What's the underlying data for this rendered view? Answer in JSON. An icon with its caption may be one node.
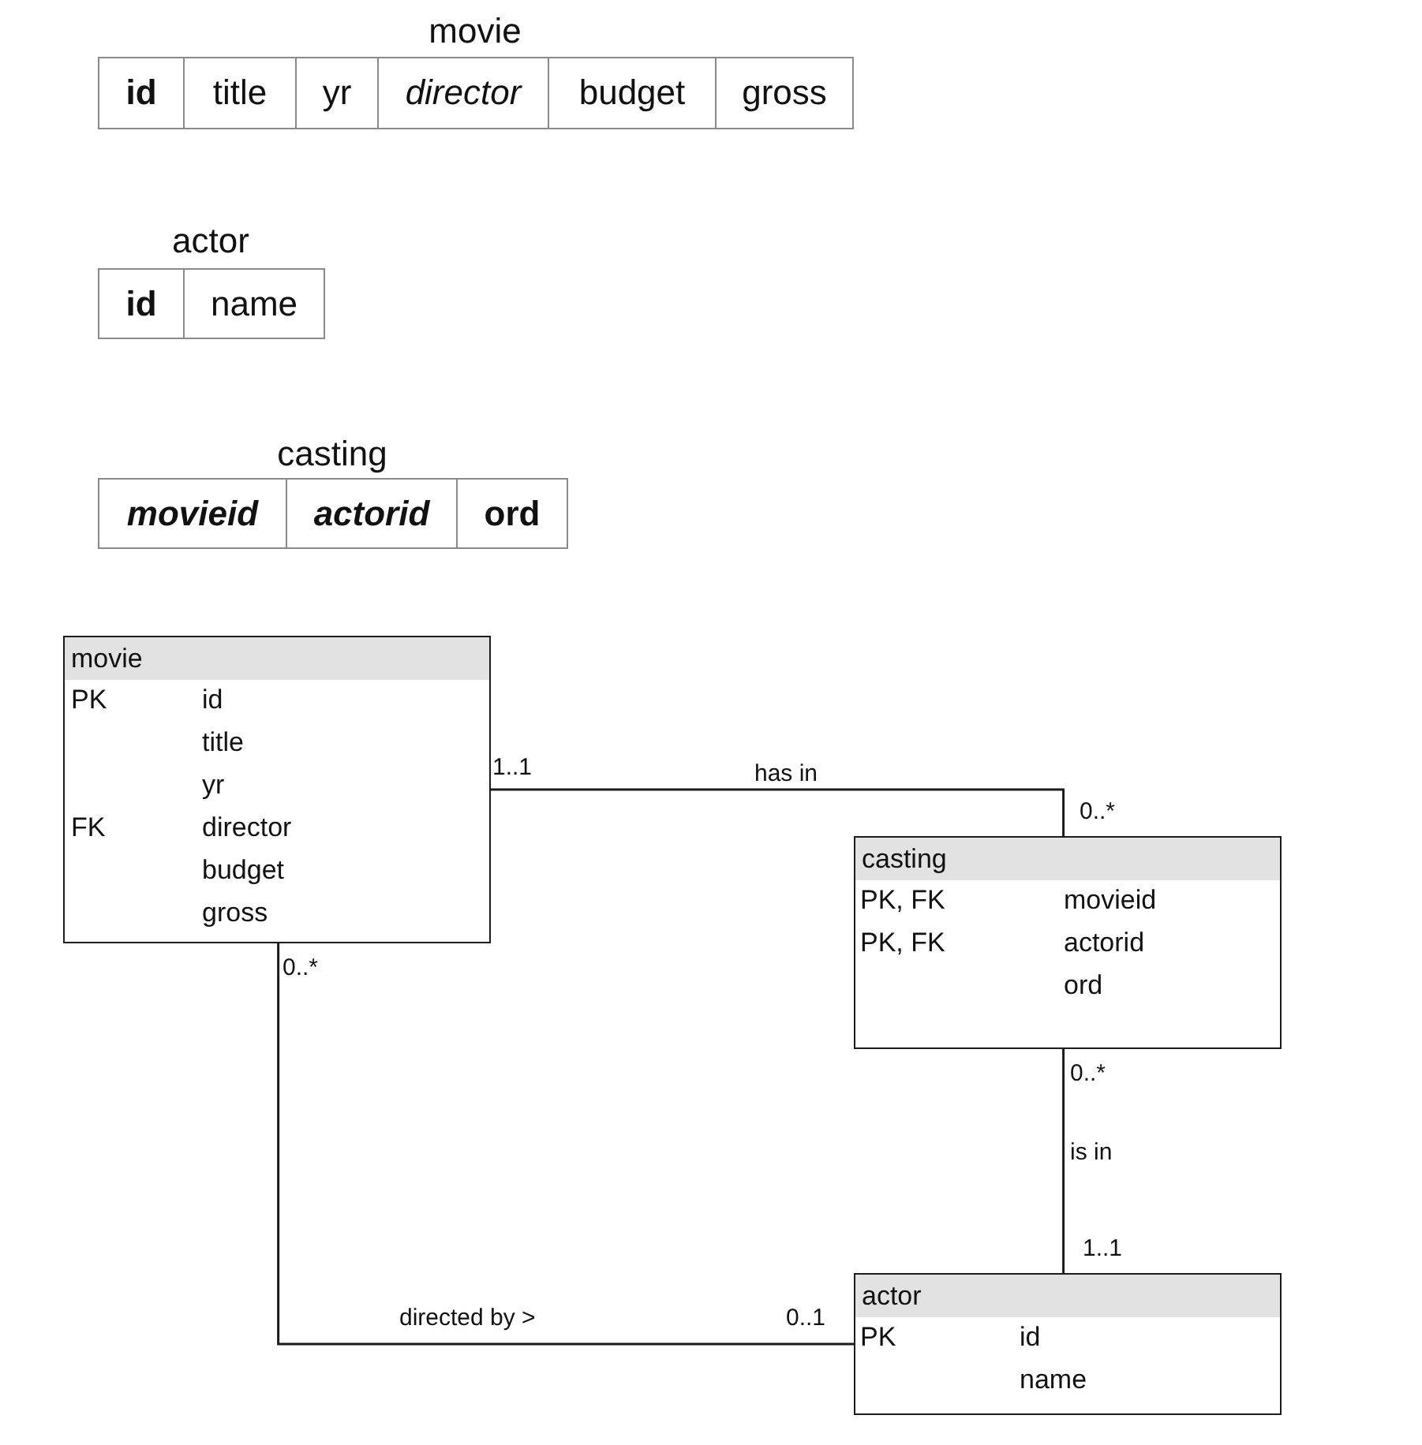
{
  "diagram": {
    "nodes": [
      {
        "text": [
          "movie",
          "PK",
          "id",
          "title",
          "yr",
          "FK",
          "director",
          "budget",
          "gross"
        ]
      },
      {
        "text": [
          "casting",
          "PK, FK",
          "movieid",
          "PK, FK",
          "actorid",
          "ord"
        ]
      },
      {
        "text": [
          "actor",
          "PK",
          "id",
          "name"
        ]
      }
    ],
    "edges": [
      {
        "from": 0,
        "to": 1,
        "arrow": "none",
        "label": "has in"
      },
      {
        "from": 1,
        "to": 2,
        "arrow": "none",
        "label": "is in"
      },
      {
        "from": 0,
        "to": 2,
        "arrow": "none",
        "label": "directed by >"
      }
    ],
    "labels": [
      "movie",
      "id",
      "title",
      "yr",
      "director",
      "budget",
      "gross",
      "actor",
      "id",
      "name",
      "casting",
      "movieid",
      "actorid",
      "ord",
      "1..1",
      "0..*",
      "0..*",
      "0..*",
      "1..1",
      "0..1"
    ]
  }
}
